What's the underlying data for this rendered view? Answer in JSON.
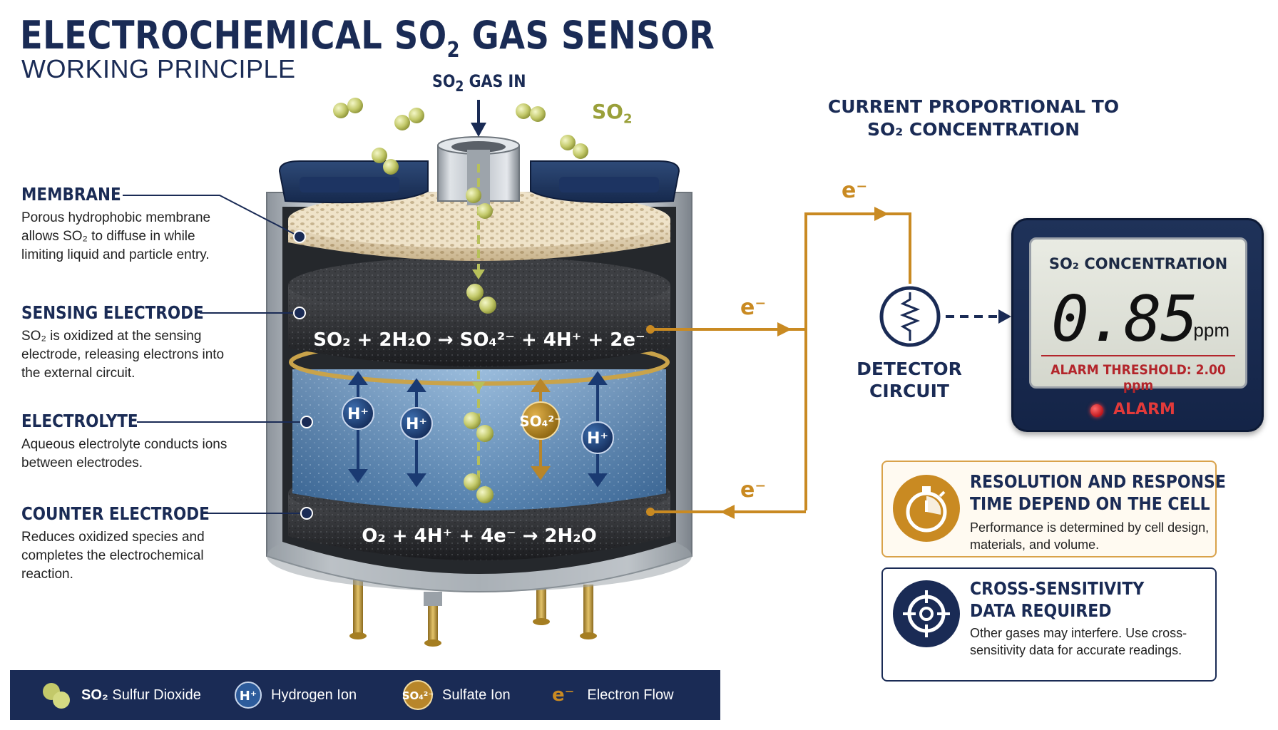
{
  "title": {
    "main_prefix": "ELECTROCHEMICAL SO",
    "main_sub": "2",
    "main_suffix": " GAS SENSOR",
    "subtitle": "WORKING PRINCIPLE"
  },
  "gas_in": {
    "prefix": "SO",
    "sub": "2",
    "suffix": " GAS IN"
  },
  "so2_tag": {
    "prefix": "SO",
    "sub": "2"
  },
  "annotations": {
    "membrane": {
      "heading": "MEMBRANE",
      "body": "Porous hydrophobic membrane allows SO₂ to diffuse in while limiting liquid and particle entry."
    },
    "sensing": {
      "heading": "SENSING ELECTRODE",
      "body": "SO₂ is oxidized at the sensing electrode, releasing electrons into the external circuit."
    },
    "electrolyte": {
      "heading": "ELECTROLYTE",
      "body": "Aqueous electrolyte conducts ions between electrodes."
    },
    "counter": {
      "heading": "COUNTER ELECTRODE",
      "body": "Reduces oxidized species and completes the electrochemical reaction."
    }
  },
  "reactions": {
    "sensing": "SO₂ + 2H₂O → SO₄²⁻ + 4H⁺ + 2e⁻",
    "counter": "O₂ + 4H⁺ + 4e⁻ → 2H₂O"
  },
  "ions": {
    "hydrogen": "H⁺",
    "sulfate": "SO₄²⁻"
  },
  "electron_label": "e⁻",
  "current_label": {
    "line1": "CURRENT PROPORTIONAL TO",
    "line2": "SO₂ CONCENTRATION"
  },
  "detector": {
    "line1": "DETECTOR",
    "line2": "CIRCUIT"
  },
  "display": {
    "title": "SO₂ CONCENTRATION",
    "value": "0.85",
    "unit": "ppm",
    "threshold": "ALARM THRESHOLD: 2.00 ppm",
    "alarm": "ALARM"
  },
  "cards": [
    {
      "heading1": "RESOLUTION AND RESPONSE",
      "heading2": "TIME DEPEND ON THE CELL",
      "body": "Performance is determined by cell design, materials, and volume."
    },
    {
      "heading1": "CROSS-SENSITIVITY",
      "heading2": "DATA REQUIRED",
      "body": "Other gases may interfere. Use cross-sensitivity data for accurate readings."
    }
  ],
  "legend": [
    {
      "symbol": "SO₂",
      "label": "Sulfur Dioxide"
    },
    {
      "symbol": "H⁺",
      "label": "Hydrogen Ion"
    },
    {
      "symbol": "SO₄²⁻",
      "label": "Sulfate Ion"
    },
    {
      "symbol": "e⁻",
      "label": "Electron Flow"
    }
  ],
  "colors": {
    "navy": "#1a2b55",
    "gold": "#c98a22",
    "olive": "#9aa03a",
    "alarm_red": "#e23a3a",
    "electrolyte_blue": "#6e9fc9"
  }
}
